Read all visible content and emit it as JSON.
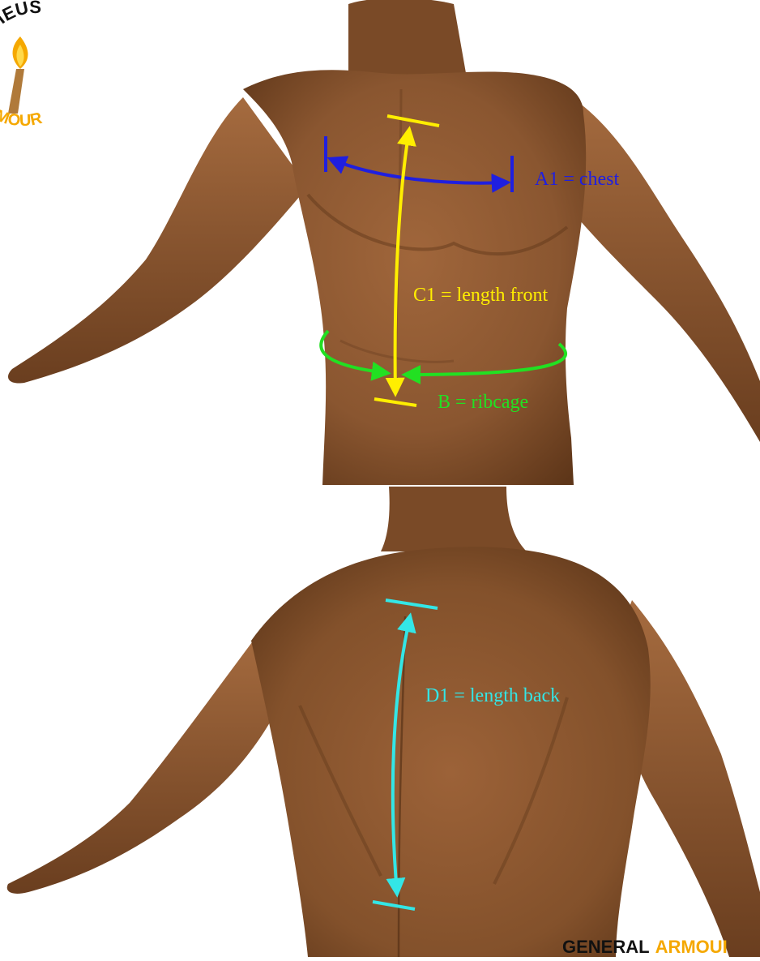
{
  "logo": {
    "arc_top_text": "ETHEUS",
    "arc_bottom_text": "ARMOUR"
  },
  "measurements": [
    {
      "id": "A1",
      "label": "A1 = chest",
      "color": "#1f1fe0"
    },
    {
      "id": "C1",
      "label": "C1 = length front",
      "color": "#ffee00"
    },
    {
      "id": "B",
      "label": "B = ribcage",
      "color": "#22e022"
    },
    {
      "id": "D1",
      "label": "D1 = length back",
      "color": "#33e6e6"
    }
  ],
  "footer": {
    "brand_part1": "GENERAL",
    "brand_part2": "ARMOUI",
    "brand_color1": "#111111",
    "brand_color2": "#f5a800"
  },
  "colors": {
    "skin": "#8a5630",
    "skin_dark": "#5e3619",
    "skin_light": "#a56b3f"
  }
}
